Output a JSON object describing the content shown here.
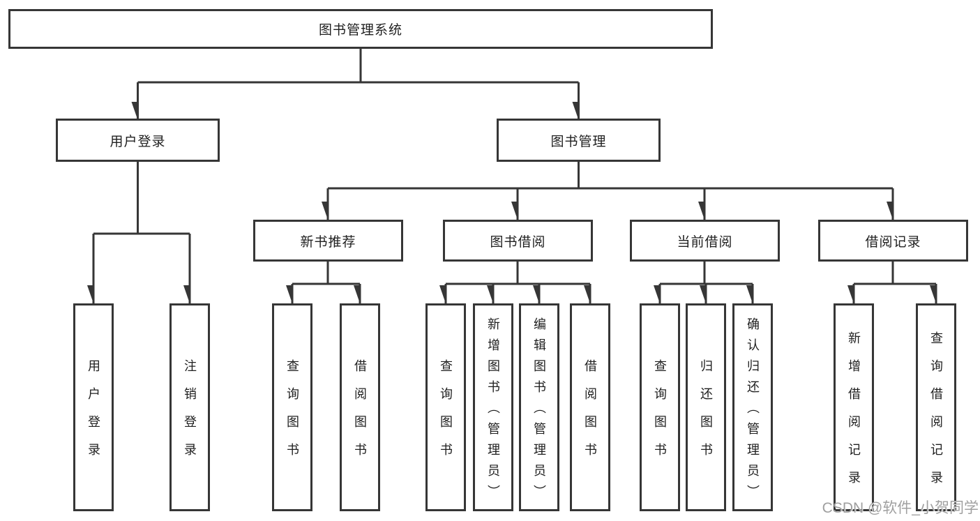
{
  "colors": {
    "line": "#363636",
    "box_border": "#363636",
    "box_fill": "#ffffff",
    "text": "#1f1f1f",
    "watermark": "#a0a0a0",
    "background": "#ffffff"
  },
  "watermark": {
    "text": "CSDN @软件_小贺同学"
  },
  "tree": {
    "label": "图书管理系统",
    "children": [
      {
        "label": "用户登录",
        "children": [
          {
            "label": "用户登录"
          },
          {
            "label": "注销登录"
          }
        ]
      },
      {
        "label": "图书管理",
        "children": [
          {
            "label": "新书推荐",
            "children": [
              {
                "label": "查询图书"
              },
              {
                "label": "借阅图书"
              }
            ]
          },
          {
            "label": "图书借阅",
            "children": [
              {
                "label": "查询图书"
              },
              {
                "label": "新增图书（管理员）"
              },
              {
                "label": "编辑图书（管理员）"
              },
              {
                "label": "借阅图书"
              }
            ]
          },
          {
            "label": "当前借阅",
            "children": [
              {
                "label": "查询图书"
              },
              {
                "label": "归还图书"
              },
              {
                "label": "确认归还（管理员）"
              }
            ]
          },
          {
            "label": "借阅记录",
            "children": [
              {
                "label": "新增借阅记录"
              },
              {
                "label": "查询借阅记录"
              }
            ]
          }
        ]
      }
    ]
  }
}
